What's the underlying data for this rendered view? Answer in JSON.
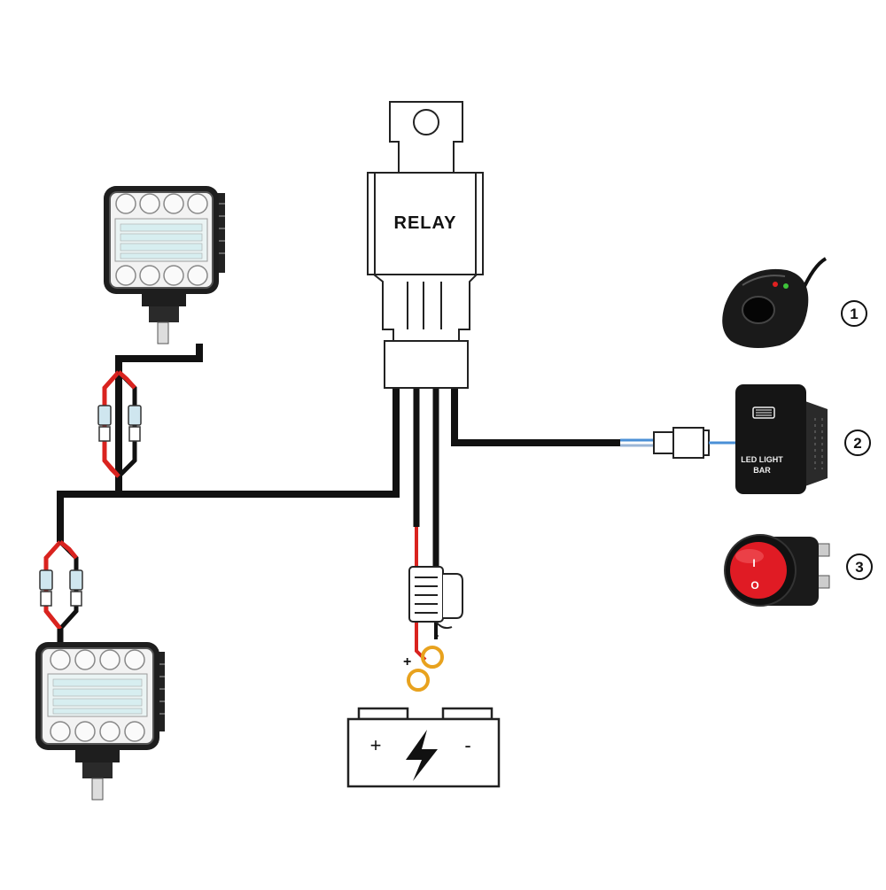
{
  "relay": {
    "label": "RELAY"
  },
  "battery": {
    "plus_label": "+",
    "minus_label": "-"
  },
  "ring_terminals": {
    "plus_label": "+",
    "minus_label": "-"
  },
  "options": [
    {
      "number": "1",
      "icon": "push-button-switch-icon"
    },
    {
      "number": "2",
      "icon": "rocker-switch-icon",
      "label_line1": "LED LIGHT",
      "label_line2": "BAR"
    },
    {
      "number": "3",
      "icon": "round-toggle-switch-icon",
      "on_mark": "I",
      "off_mark": "O"
    }
  ],
  "colors": {
    "wire_black": "#111111",
    "wire_red": "#d9231f",
    "wire_blue": "#4a8fd6",
    "ring_orange": "#e8a21e",
    "switch_red": "#e01b24",
    "led_green": "#3ec43a",
    "led_red": "#e02020"
  }
}
